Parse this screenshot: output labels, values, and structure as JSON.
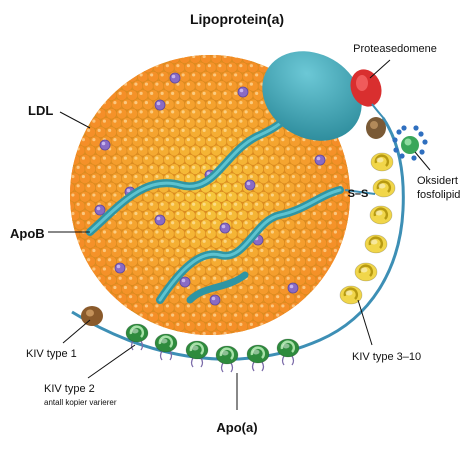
{
  "title": "Lipoprotein(a)",
  "labels": {
    "ldl": "LDL",
    "apob": "ApoB",
    "apoa": "Apo(a)",
    "protease": "Proteasedomene",
    "oxidized_line1": "Oksidert",
    "oxidized_line2": "fosfolipid",
    "kiv_type1": "KIV type 1",
    "kiv_type2": "KIV type 2",
    "kiv_type2_note": "antall kopier varierer",
    "kiv_type3_10": "KIV type 3–10",
    "disulfide": "S–S"
  },
  "colors": {
    "lipid_sphere": "#f2a531",
    "apob_strand": "#3ea8b5",
    "apoa_chain": "#4aa3c6",
    "protease": "#d92f2f",
    "kiv_type2": "#2e8b3d",
    "kiv_type3_10": "#e8cf45",
    "kiv_type1": "#8a5a2b",
    "oxidized_phospholipid": "#3a7fc4",
    "cholesterol_dots": "#8a6bc4"
  }
}
